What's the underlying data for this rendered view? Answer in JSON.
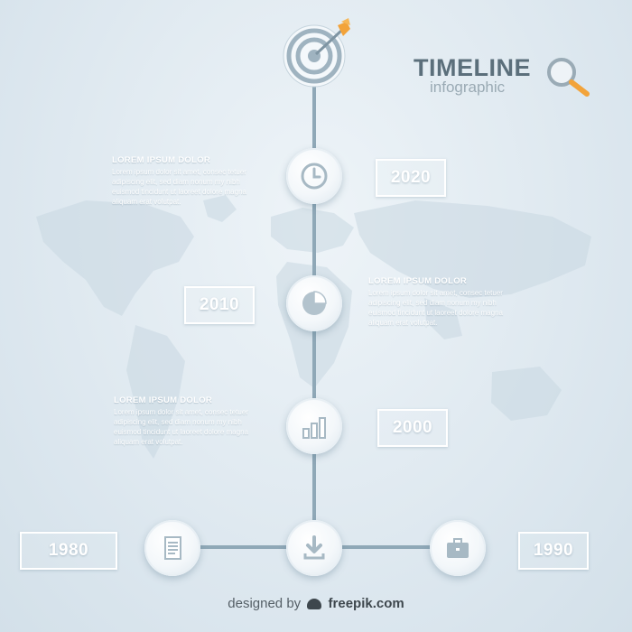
{
  "header": {
    "title": "TIMELINE",
    "subtitle": "infographic"
  },
  "timeline": [
    {
      "year": "2020",
      "icon": "clock-icon",
      "heading": "LOREM IPSUM DOLOR",
      "body": "Lorem ipsum dolor sit amet, consec tetuer adipiscing elit, sed diam nonum my nibh euismod tincidunt ut laoreet dolore magna aliquam erat volutpat."
    },
    {
      "year": "2010",
      "icon": "pie-chart-icon",
      "heading": "LOREM IPSUM DOLOR",
      "body": "Lorem ipsum dolor sit amet, consec tetuer adipiscing elit, sed diam nonum my nibh euismod tincidunt ut laoreet dolore magna aliquam erat volutpat."
    },
    {
      "year": "2000",
      "icon": "bar-chart-icon",
      "heading": "LOREM IPSUM DOLOR",
      "body": "Lorem ipsum dolor sit amet, consec tetuer adipiscing elit, sed diam nonum my nibh euismod tincidunt ut laoreet dolore magna aliquam erat volutpat."
    },
    {
      "year": "1980",
      "icon": "document-icon"
    },
    {
      "year": "1990",
      "icon": "briefcase-icon"
    }
  ],
  "footer": {
    "designed_by": "designed by",
    "brand": "freepik.com"
  },
  "colors": {
    "line": "#8fa8b7",
    "accent_orange": "#f2a33a",
    "title": "#5b6f7b"
  },
  "icons": [
    "target-icon",
    "magnifier-icon",
    "download-icon",
    "world-map"
  ]
}
